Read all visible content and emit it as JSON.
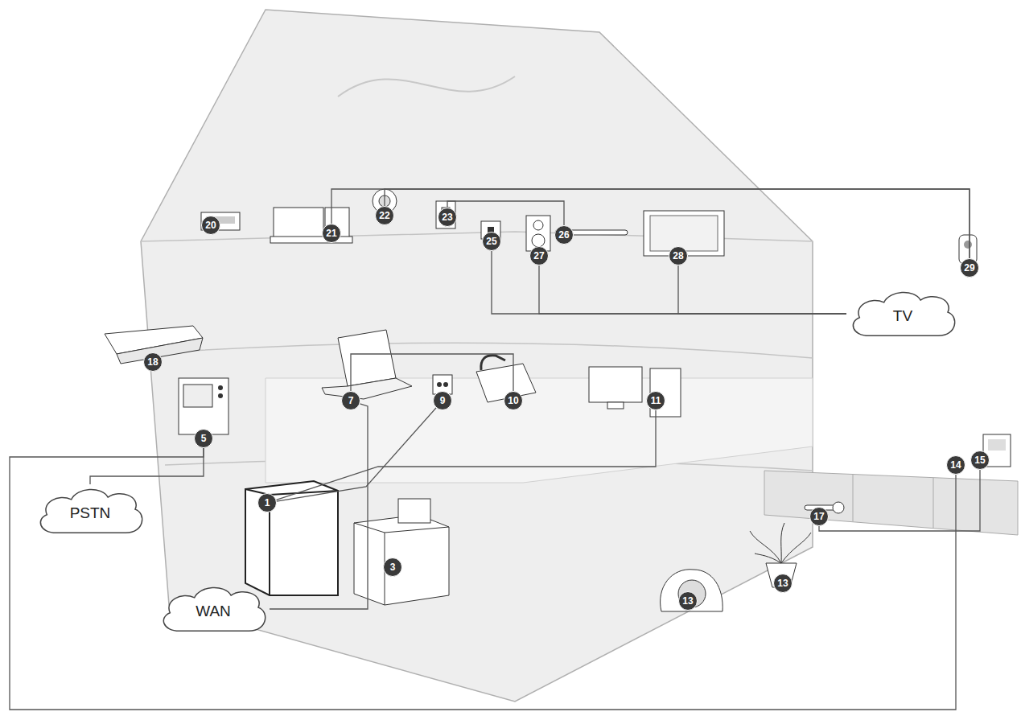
{
  "diagram": {
    "nodes": [
      {
        "text": [
          "26"
        ]
      },
      {
        "text": [
          "20"
        ]
      },
      {
        "text": [
          "21"
        ]
      },
      {
        "text": [
          "22"
        ]
      },
      {
        "text": [
          "23"
        ]
      },
      {
        "text": [
          "25"
        ]
      },
      {
        "text": [
          "27"
        ]
      },
      {
        "text": [
          "28"
        ]
      },
      {
        "text": [
          "29"
        ]
      },
      {
        "text": [
          "TV"
        ]
      },
      {
        "text": [
          "18"
        ]
      },
      {
        "text": [
          "5"
        ]
      },
      {
        "text": [
          "7"
        ]
      },
      {
        "text": [
          "9"
        ]
      },
      {
        "text": [
          "10"
        ]
      },
      {
        "text": [
          "11"
        ]
      },
      {
        "text": [
          "1"
        ]
      },
      {
        "text": [
          "15"
        ]
      },
      {
        "text": [
          "14"
        ]
      },
      {
        "text": [
          "17"
        ]
      },
      {
        "text": [
          "3"
        ]
      },
      {
        "text": [
          "PSTN"
        ]
      },
      {
        "text": [
          "13"
        ]
      },
      {
        "text": [
          "13"
        ]
      },
      {
        "text": [
          "WAN"
        ]
      }
    ],
    "edges": [
      {
        "from": 4,
        "to": 0,
        "arrow": "none"
      },
      {
        "from": 2,
        "to": 8,
        "arrow": "none"
      },
      {
        "from": 3,
        "to": 8,
        "arrow": "none"
      },
      {
        "from": 5,
        "to": 9,
        "arrow": "none"
      },
      {
        "from": 6,
        "to": 9,
        "arrow": "none"
      },
      {
        "from": 7,
        "to": 9,
        "arrow": "none"
      },
      {
        "from": 11,
        "to": 21,
        "arrow": "none"
      },
      {
        "from": 11,
        "to": 18,
        "arrow": "none"
      },
      {
        "from": 12,
        "to": 24,
        "arrow": "none"
      },
      {
        "from": 12,
        "to": 14,
        "arrow": "none"
      },
      {
        "from": 13,
        "to": 16,
        "arrow": "none"
      },
      {
        "from": 15,
        "to": 16,
        "arrow": "none"
      },
      {
        "from": 19,
        "to": 17,
        "arrow": "none"
      }
    ]
  }
}
